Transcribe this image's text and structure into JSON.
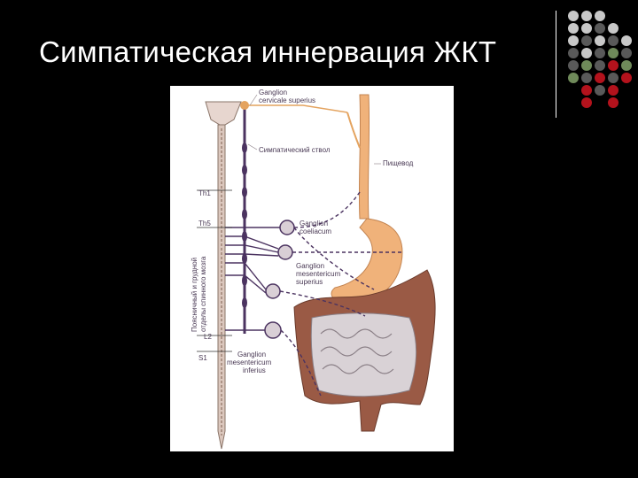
{
  "slide": {
    "title": "Симпатическая иннервация ЖКТ",
    "background": "#000000",
    "title_color": "#ffffff"
  },
  "decoration": {
    "dot_colors": {
      "light": "#c8c8c8",
      "dark": "#595959",
      "green": "#6f8a5a",
      "red": "#b3121c"
    }
  },
  "diagram": {
    "labels": {
      "ganglion_cervicale_1": "Ganglion",
      "ganglion_cervicale_2": "cervicale superius",
      "sympathetic_trunk": "Симпатический ствол",
      "esophagus": "Пищевод",
      "th1": "Th1",
      "th5": "Th5",
      "l2": "L2",
      "s1": "S1",
      "spinal_1": "Поясничный и грудной",
      "spinal_2": "отделы спинного мозга",
      "coeliacum_1": "Ganglion",
      "coeliacum_2": "coeliacum",
      "mes_sup_1": "Ganglion",
      "mes_sup_2": "mesentericum",
      "mes_sup_3": "superius",
      "mes_inf_1": "Ganglion",
      "mes_inf_2": "mesentericum",
      "mes_inf_3": "inferius"
    },
    "colors": {
      "nerve": "#4b3360",
      "stomach": "#f0b27a",
      "colon": "#9a5a45",
      "intestine": "#d9d2d6"
    }
  }
}
